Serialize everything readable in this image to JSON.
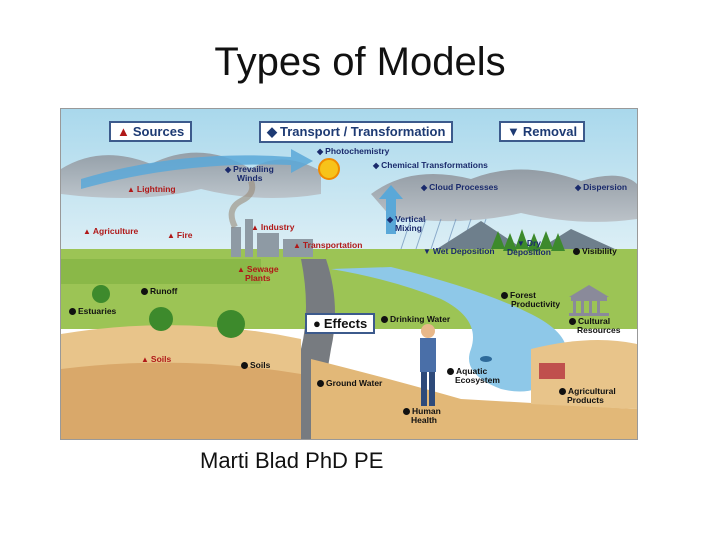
{
  "slide": {
    "title": "Types of Models",
    "subtitle": "Marti Blad PhD PE"
  },
  "diagram": {
    "categories": {
      "sources": "Sources",
      "transport": "Transport / Transformation",
      "removal": "Removal",
      "effects": "Effects"
    },
    "sources": {
      "lightning": "Lightning",
      "agriculture": "Agriculture",
      "fire": "Fire",
      "industry": "Industry",
      "transportation": "Transportation",
      "sewage_line1": "Sewage",
      "sewage_line2": "Plants",
      "soils": "Soils"
    },
    "transport": {
      "photochemistry": "Photochemistry",
      "prevailing_line1": "Prevailing",
      "prevailing_line2": "Winds",
      "chemical": "Chemical Transformations",
      "cloud": "Cloud Processes",
      "dispersion": "Dispersion",
      "vertical_line1": "Vertical",
      "vertical_line2": "Mixing"
    },
    "removal": {
      "wet": "Wet Deposition",
      "dry_line1": "Dry",
      "dry_line2": "Deposition"
    },
    "effects": {
      "visibility": "Visibility",
      "runoff": "Runoff",
      "estuaries": "Estuaries",
      "forest_line1": "Forest",
      "forest_line2": "Productivity",
      "drinking": "Drinking Water",
      "cultural_line1": "Cultural",
      "cultural_line2": "Resources",
      "soils": "Soils",
      "aquatic_line1": "Aquatic",
      "aquatic_line2": "Ecosystem",
      "ground": "Ground Water",
      "agprod_line1": "Agricultural",
      "agprod_line2": "Products",
      "human_line1": "Human",
      "human_line2": "Health"
    },
    "icons": {
      "source": "triangle-icon",
      "transport": "diamond-icon",
      "removal": "down-triangle-icon",
      "effect": "dot-icon"
    },
    "colors": {
      "source": "#b01818",
      "transport": "#1a2a6c",
      "effect": "#111111",
      "sky": "#bfe2f0",
      "water": "#8ec8e8",
      "sand": "#e8c48a"
    }
  }
}
